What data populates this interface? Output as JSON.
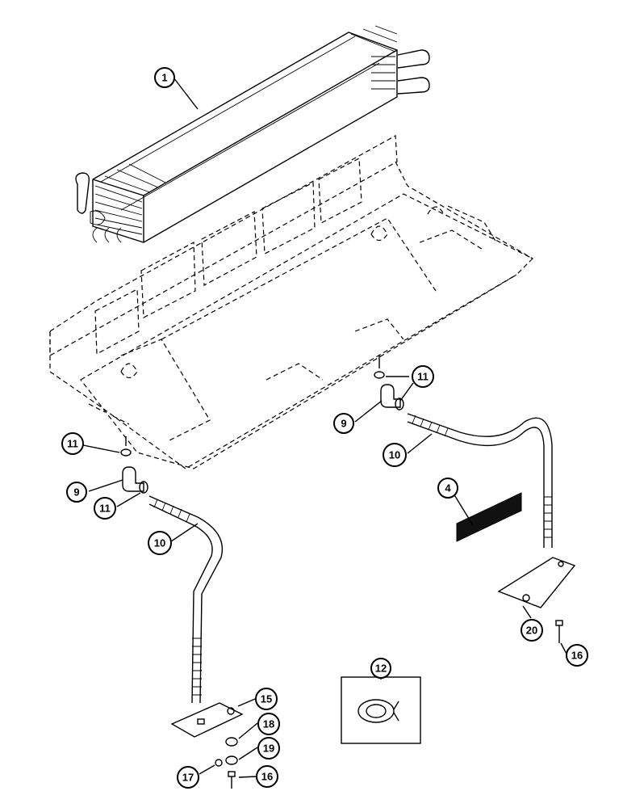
{
  "callouts": [
    {
      "id": "c1",
      "label": "1"
    },
    {
      "id": "c11a",
      "label": "11"
    },
    {
      "id": "c9a",
      "label": "9"
    },
    {
      "id": "c10a",
      "label": "10"
    },
    {
      "id": "c11b",
      "label": "11"
    },
    {
      "id": "c9b",
      "label": "9"
    },
    {
      "id": "c11c",
      "label": "11"
    },
    {
      "id": "c10b",
      "label": "10"
    },
    {
      "id": "c4",
      "label": "4"
    },
    {
      "id": "c20",
      "label": "20"
    },
    {
      "id": "c16a",
      "label": "16"
    },
    {
      "id": "c12",
      "label": "12"
    },
    {
      "id": "c15",
      "label": "15"
    },
    {
      "id": "c18",
      "label": "18"
    },
    {
      "id": "c19",
      "label": "19"
    },
    {
      "id": "c17",
      "label": "17"
    },
    {
      "id": "c16b",
      "label": "16"
    }
  ]
}
